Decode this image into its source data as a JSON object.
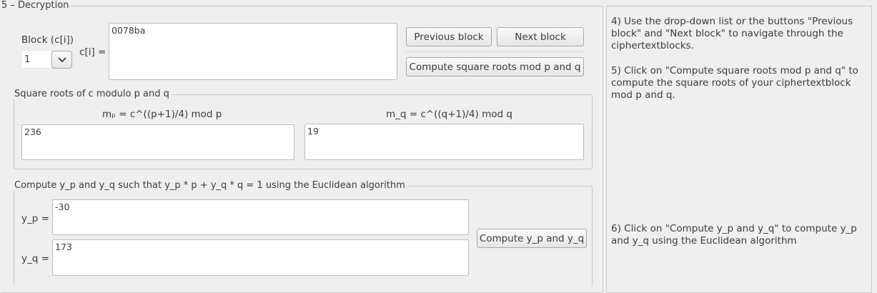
{
  "decryption": {
    "title": "5 – Decryption",
    "block_label": "Block (c[i])",
    "block_value": "1",
    "ci_label": "c[i] =",
    "ci_value": "0078ba",
    "prev_button": "Previous block",
    "next_button": "Next block",
    "compute_roots_button": "Compute square roots mod p and q"
  },
  "square_roots": {
    "title": "Square roots of c modulo p and q",
    "mp_label": "mₚ = c^((p+1)/4) mod p",
    "mq_label": "m_q = c^((q+1)/4) mod q",
    "mp_value": "236",
    "mq_value": "19"
  },
  "euclid": {
    "title": "Compute y_p and y_q such that y_p * p + y_q * q = 1 using the Euclidean algorithm",
    "yp_label": "y_p =",
    "yp_value": "-30",
    "yq_label": "y_q =",
    "yq_value": "173",
    "compute_button": "Compute y_p and y_q"
  },
  "help": {
    "step4": "4) Use the drop-down list or the buttons \"Previous block\" and \"Next block\" to navigate through the ciphertextblocks.",
    "step5": "5) Click on \"Compute square roots mod p and q\" to compute the square roots of your ciphertextblock mod p and q.",
    "step6": "6) Click on \"Compute y_p and y_q\" to compute y_p and y_q using the Euclidean algorithm"
  },
  "icons": {
    "spin_arrow": "chevron-down-icon"
  }
}
